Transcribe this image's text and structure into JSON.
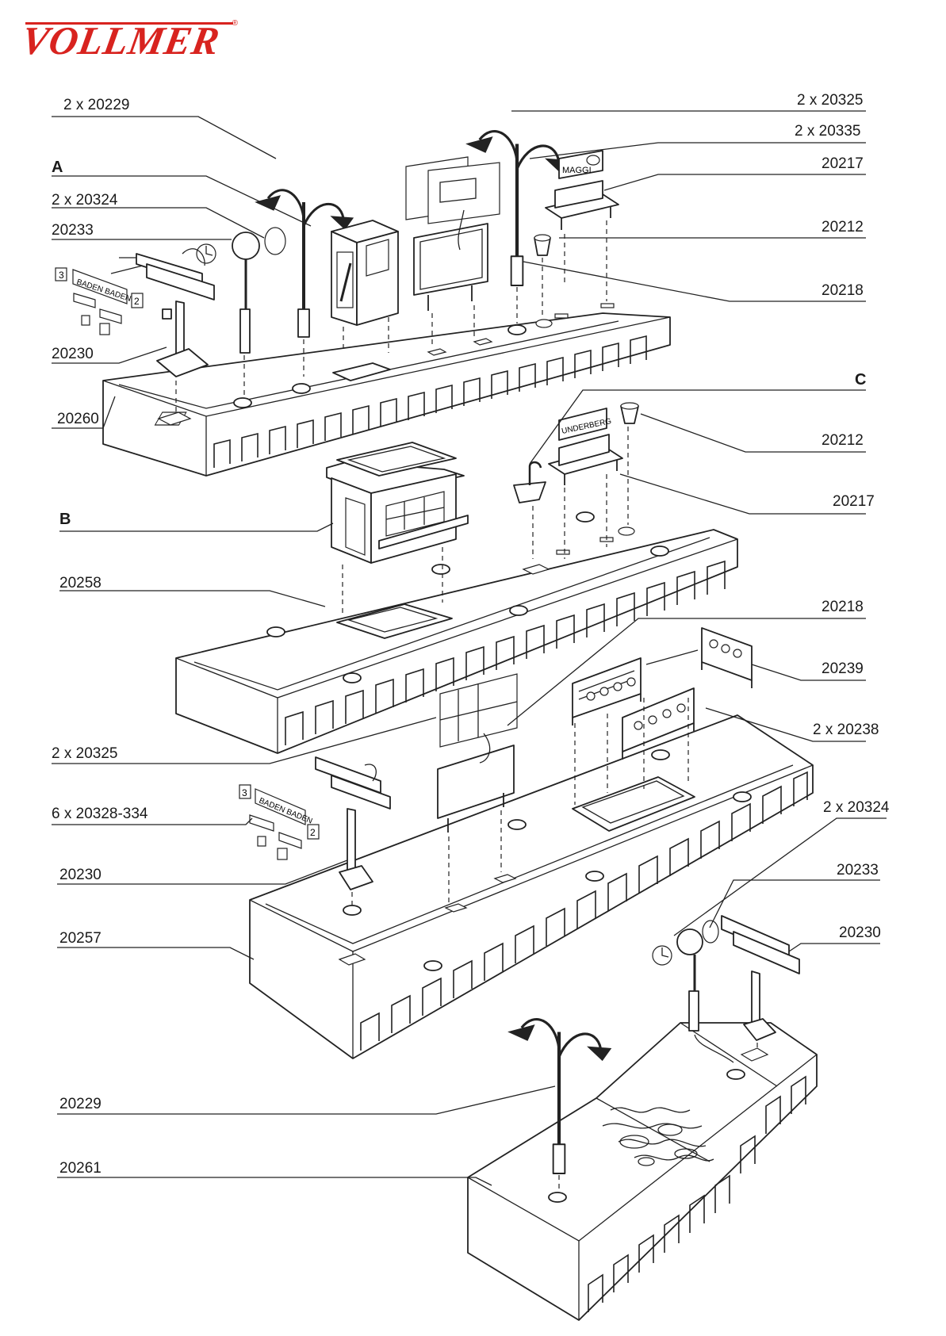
{
  "logo": {
    "text": "VOLLMER",
    "reg_mark": "®"
  },
  "labels": {
    "left": {
      "l_2x20229": "2 x 20229",
      "l_A": "A",
      "l_2x20324": "2 x 20324",
      "l_20233": "20233",
      "l_20230": "20230",
      "l_20260": "20260",
      "l_B": "B",
      "l_20258": "20258",
      "l_2x20325": "2 x 20325",
      "l_6x": "6 x 20328-334",
      "l_20230b": "20230",
      "l_20257": "20257",
      "l_20229": "20229",
      "l_20261": "20261"
    },
    "right": {
      "r_2x20325": "2 x 20325",
      "r_2x20335": "2 x 20335",
      "r_20217": "20217",
      "r_20212": "20212",
      "r_20218": "20218",
      "r_C": "C",
      "r_20212b": "20212",
      "r_20217b": "20217",
      "r_20218b": "20218",
      "r_20239": "20239",
      "r_2x20238": "2 x 20238",
      "r_2x20324": "2 x 20324",
      "r_20233": "20233",
      "r_20230": "20230"
    }
  },
  "signs": {
    "baden": "BADEN BADEN",
    "num3": "3",
    "num2": "2",
    "maggi": "MAGGI",
    "underberg": "UNDERBERG"
  }
}
